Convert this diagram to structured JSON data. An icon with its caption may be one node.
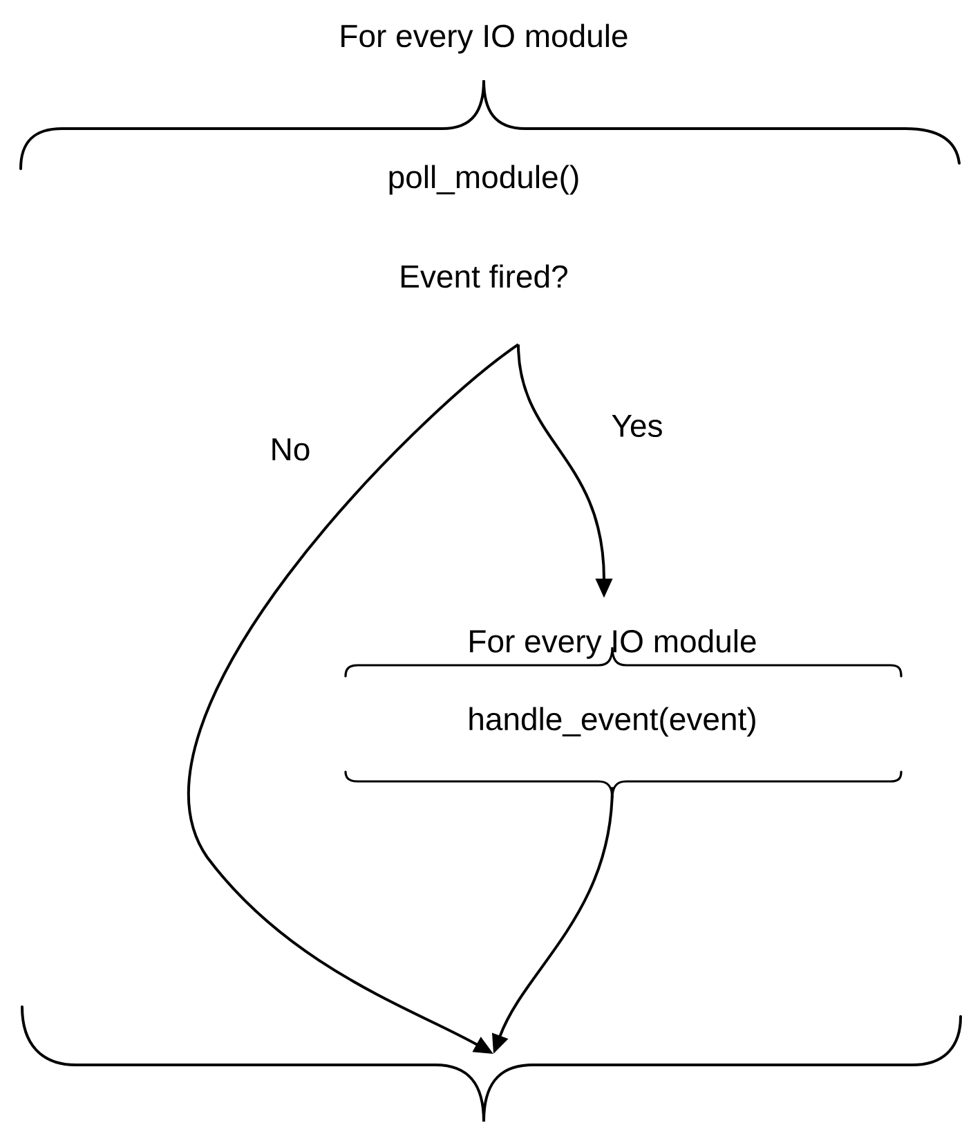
{
  "diagram": {
    "nodes": [
      {
        "text": [
          "For every IO module"
        ]
      },
      {
        "text": [
          "poll_module()"
        ]
      },
      {
        "text": [
          "Event fired?"
        ]
      },
      {
        "text": [
          "For every IO module"
        ]
      },
      {
        "text": [
          "handle_event(event)"
        ]
      }
    ],
    "edges": [
      {
        "from": 2,
        "to": null,
        "arrow": "to",
        "label": "No"
      },
      {
        "from": 2,
        "to": 3,
        "arrow": "to",
        "label": "Yes"
      },
      {
        "from": 4,
        "to": null,
        "arrow": "to"
      }
    ]
  }
}
